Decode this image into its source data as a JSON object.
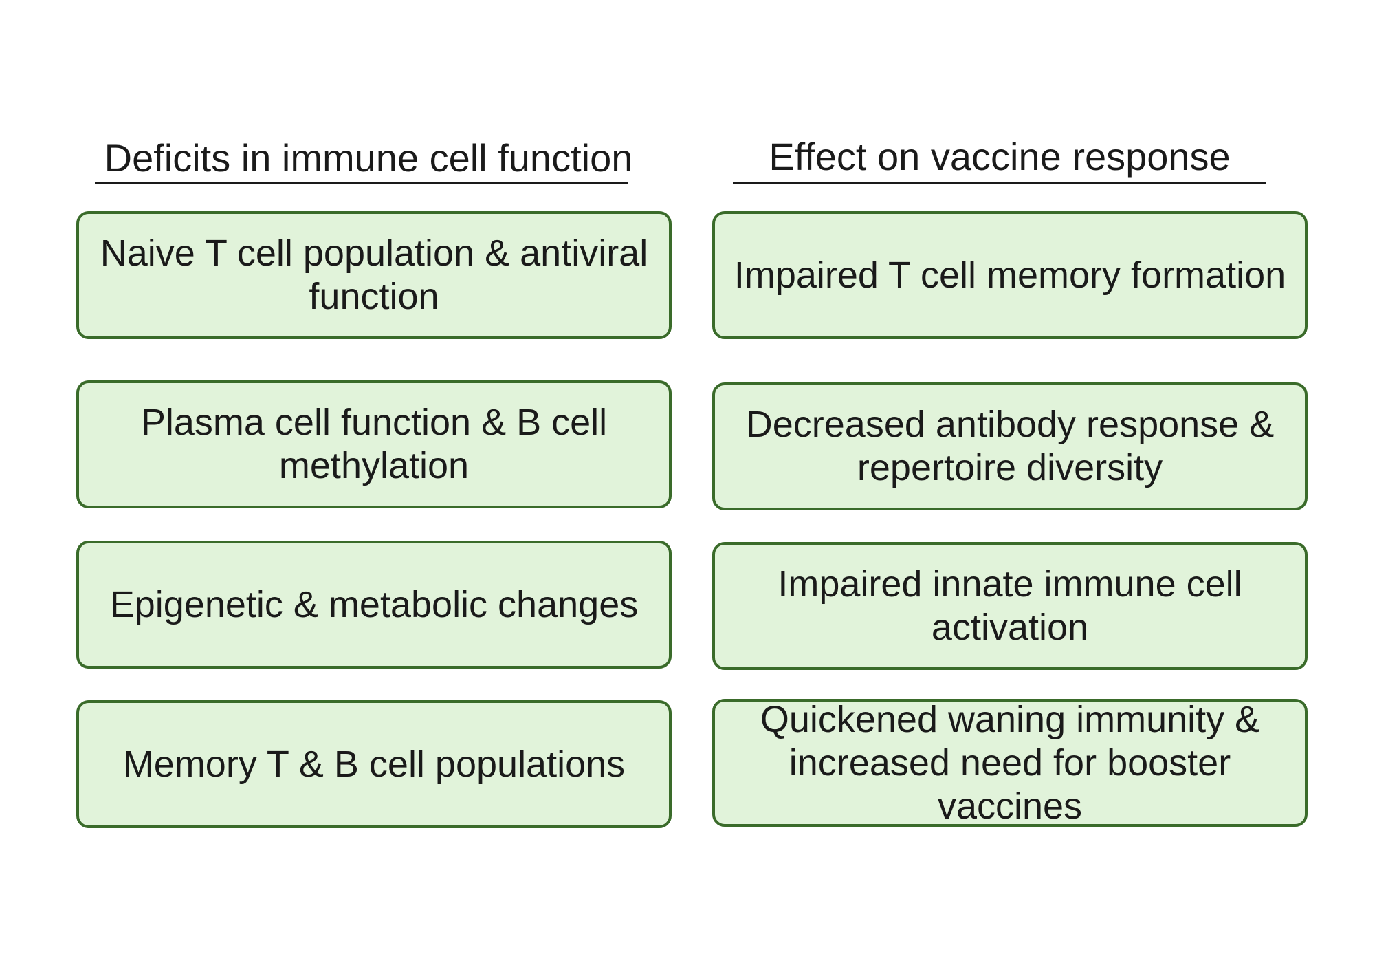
{
  "headers": {
    "left": "Deficits in immune cell function",
    "right": "Effect on vaccine response"
  },
  "left_boxes": [
    "Naive T cell population & antiviral function",
    "Plasma cell function & B cell methylation",
    "Epigenetic & metabolic changes",
    "Memory T & B cell populations"
  ],
  "right_boxes": [
    "Impaired T cell memory formation",
    "Decreased antibody response & repertoire diversity",
    "Impaired innate immune cell activation",
    "Quickened waning immunity & increased need for booster vaccines"
  ],
  "colors": {
    "box_fill": "#e1f3da",
    "box_border": "#3a6b2a",
    "text": "#1a1a1a"
  }
}
